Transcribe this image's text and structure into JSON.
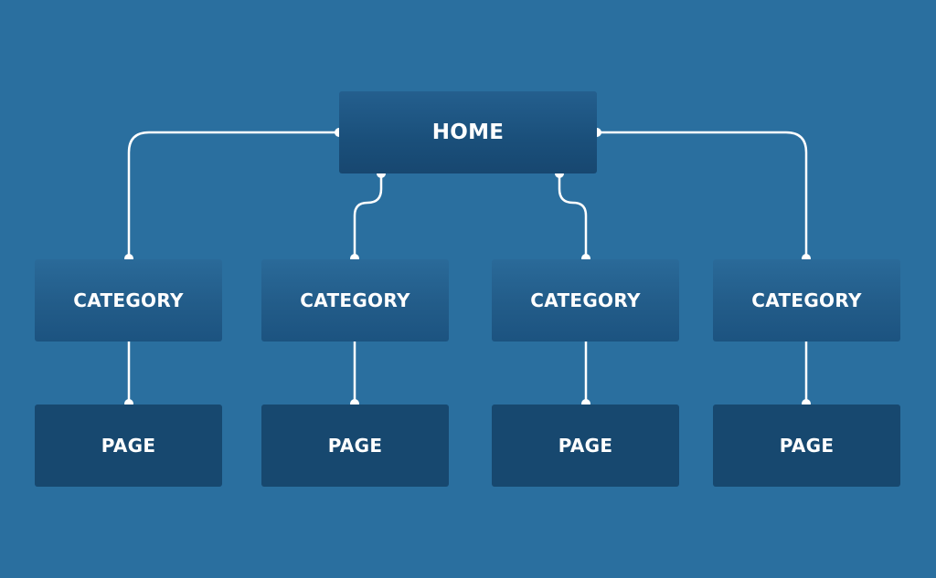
{
  "diagram": {
    "root": {
      "label": "HOME"
    },
    "categories": [
      {
        "label": "CATEGORY",
        "page": {
          "label": "PAGE"
        }
      },
      {
        "label": "CATEGORY",
        "page": {
          "label": "PAGE"
        }
      },
      {
        "label": "CATEGORY",
        "page": {
          "label": "PAGE"
        }
      },
      {
        "label": "CATEGORY",
        "page": {
          "label": "PAGE"
        }
      }
    ]
  },
  "colors": {
    "background": "#2a6f9f",
    "home_box": "#1a4f7a",
    "category_box": "#235d8a",
    "page_box": "#17486f",
    "connector": "#ffffff",
    "text": "#ffffff"
  }
}
